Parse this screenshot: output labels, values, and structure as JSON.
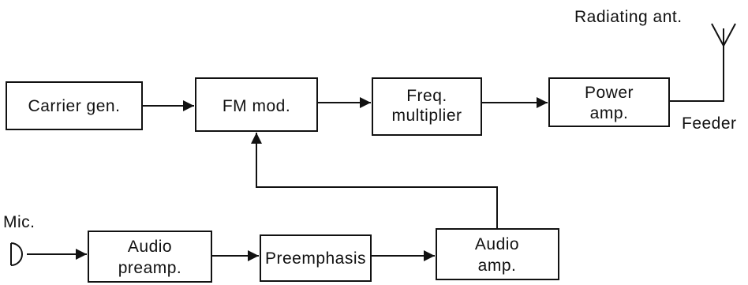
{
  "diagram": {
    "blocks": {
      "carrier_gen": "Carrier gen.",
      "fm_mod": "FM mod.",
      "freq_multiplier": [
        "Freq.",
        "multiplier"
      ],
      "power_amp": [
        "Power",
        "amp."
      ],
      "audio_preamp": [
        "Audio",
        "preamp."
      ],
      "preemphasis": "Preemphasis",
      "audio_amp": [
        "Audio",
        "amp."
      ]
    },
    "labels": {
      "radiating_ant": "Radiating ant.",
      "feeder": "Feeder",
      "mic": "Mic."
    }
  }
}
